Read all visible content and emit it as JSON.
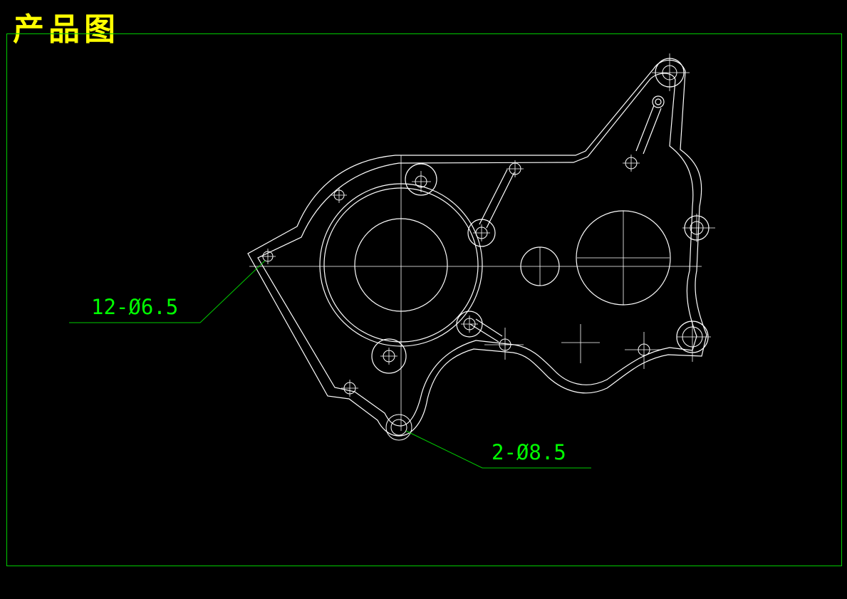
{
  "drawing": {
    "title": "产品图",
    "annotations": {
      "small_holes": "12-Ø6.5",
      "large_holes": "2-Ø8.5"
    }
  },
  "colors": {
    "background": "#000000",
    "title": "#ffff00",
    "frame": "#00cc00",
    "annotation": "#00ff00",
    "outline": "#ffffff"
  }
}
